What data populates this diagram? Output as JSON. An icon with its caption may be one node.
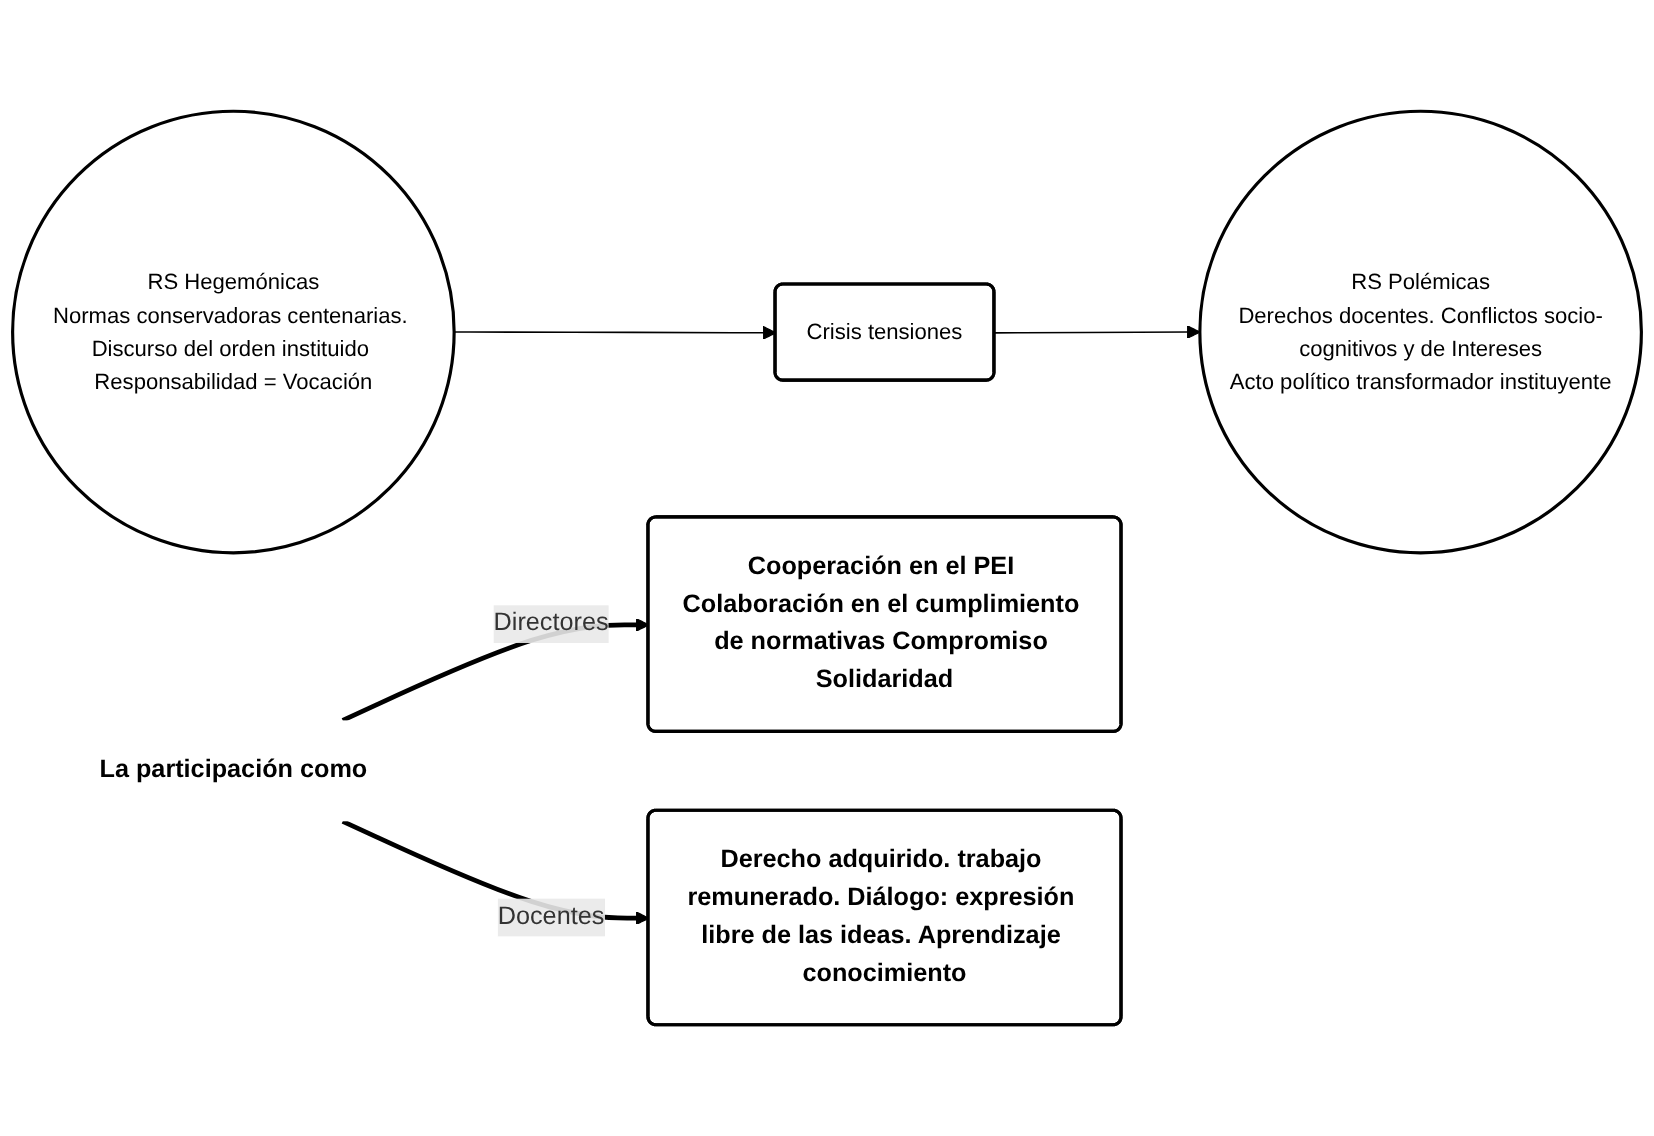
{
  "diagram": {
    "nodes": [
      {
        "text": [
          "RS Hegemónicas",
          "Normas conservadoras centenarias. Discurso del orden instituido Responsabilidad = Vocación"
        ]
      },
      {
        "text": [
          "Crisis tensiones"
        ]
      },
      {
        "text": [
          "RS Polémicas",
          "Derechos docentes. Conflictos socio-cognitivos y de Intereses",
          "Acto político transformador instituyente"
        ]
      },
      {
        "text": [
          "Cooperación en el PEI Colaboración en el cumplimiento de normativas Compromiso Solidaridad"
        ]
      },
      {
        "text": [
          "La participación como"
        ]
      },
      {
        "text": [
          "Derecho adquirido. trabajo remunerado. Diálogo: expresión libre de las ideas. Aprendizaje conocimiento"
        ]
      }
    ],
    "edges": [
      {
        "from": 0,
        "to": 1,
        "arrow": "to"
      },
      {
        "from": 1,
        "to": 2,
        "arrow": "to"
      },
      {
        "from": 4,
        "to": 3,
        "arrow": "to",
        "label": "Directores",
        "style": "thick"
      },
      {
        "from": 4,
        "to": 5,
        "arrow": "to",
        "label": "Docentes",
        "style": "thick"
      }
    ]
  }
}
